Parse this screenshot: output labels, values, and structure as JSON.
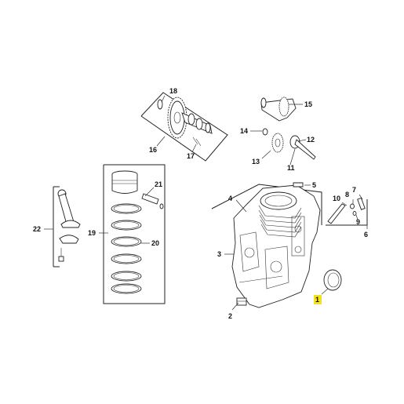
{
  "callouts": {
    "c1": "1",
    "c2": "2",
    "c3": "3",
    "c4": "4",
    "c5": "5",
    "c6": "6",
    "c7": "7",
    "c8": "8",
    "c9": "9",
    "c10": "10",
    "c11": "11",
    "c12": "12",
    "c13": "13",
    "c14": "14",
    "c15": "15",
    "c16": "16",
    "c17": "17",
    "c18": "18",
    "c19": "19",
    "c20": "20",
    "c21": "21",
    "c22": "22"
  },
  "colors": {
    "highlight": "#f5e21c",
    "line": "#222222"
  }
}
